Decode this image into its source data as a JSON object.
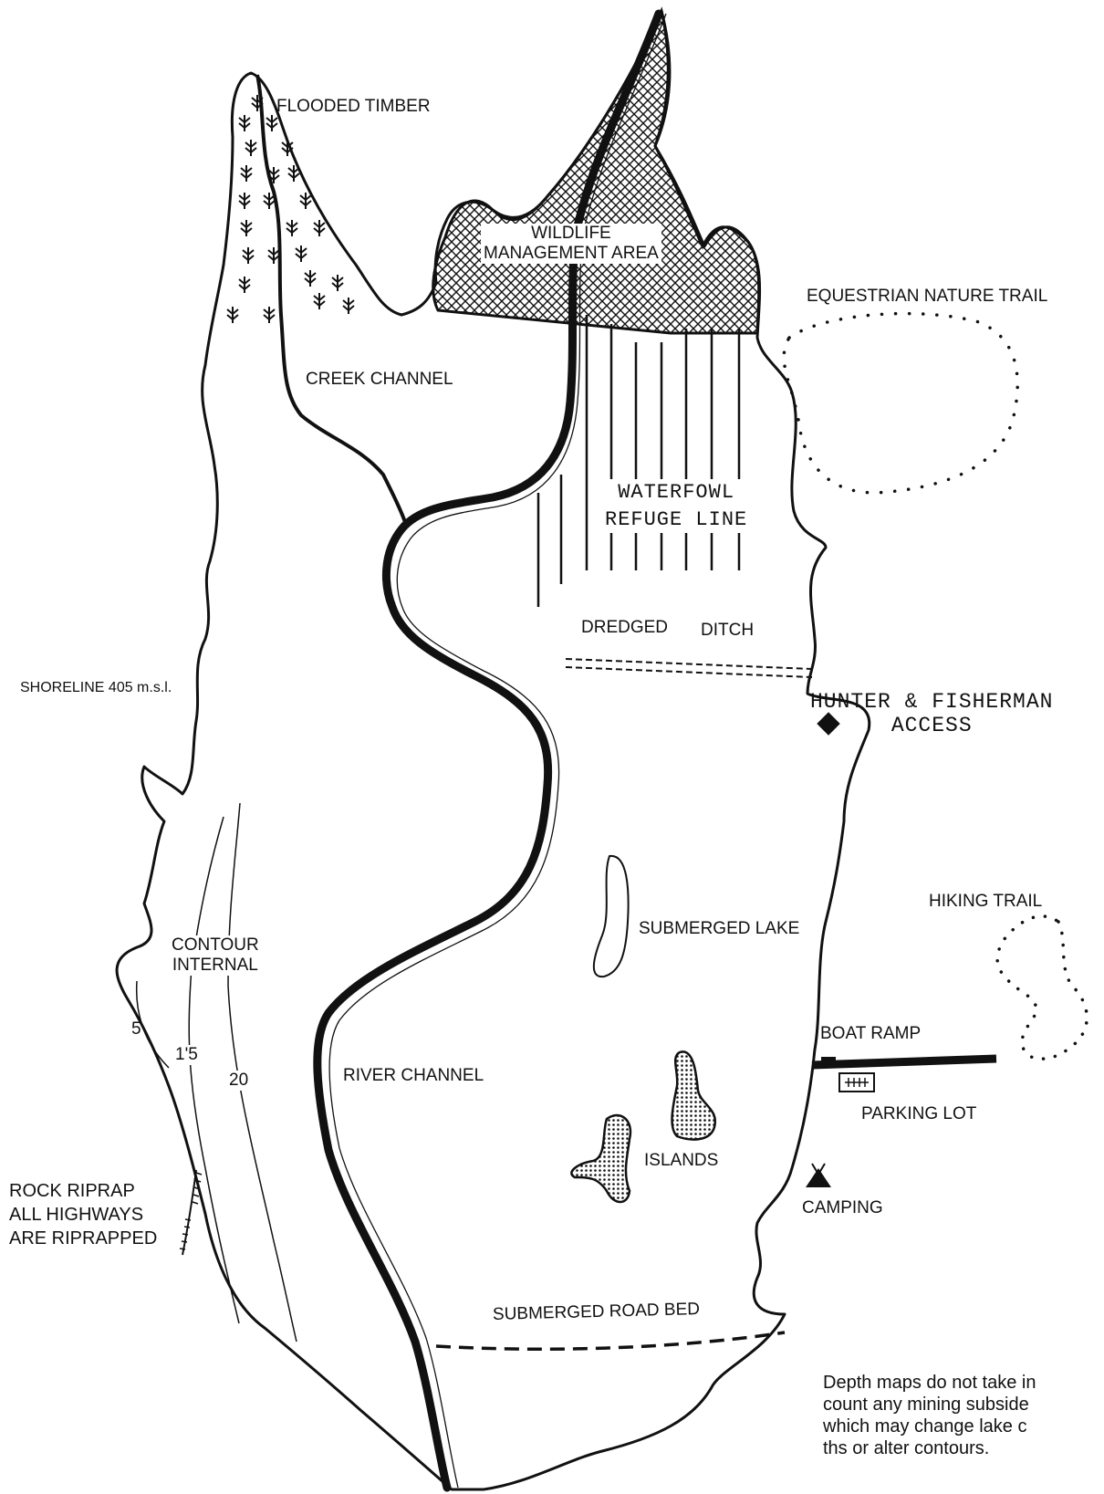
{
  "labels": {
    "flooded_timber": "FLOODED TIMBER",
    "wildlife_line1": "WILDLIFE",
    "wildlife_line2": "MANAGEMENT AREA",
    "equestrian_trail": "EQUESTRIAN NATURE TRAIL",
    "creek_channel": "CREEK CHANNEL",
    "waterfowl_line1": "WATERFOWL",
    "waterfowl_line2": "REFUGE LINE",
    "dredged": "DREDGED",
    "ditch": "DITCH",
    "shoreline": "SHORELINE 405 m.s.l.",
    "hunter_line1": "HUNTER & FISHERMAN",
    "hunter_line2": "ACCESS",
    "hiking_trail": "HIKING TRAIL",
    "submerged_lake": "SUBMERGED LAKE",
    "contour_line1": "CONTOUR",
    "contour_line2": "INTERNAL",
    "contour_5": "5",
    "contour_15": "1'5",
    "contour_20": "20",
    "boat_ramp": "BOAT RAMP",
    "river_channel": "RIVER CHANNEL",
    "parking_lot": "PARKING LOT",
    "islands": "ISLANDS",
    "riprap_line1": "ROCK RIPRAP",
    "riprap_line2": "ALL HIGHWAYS",
    "riprap_line3": "ARE RIPRAPPED",
    "camping": "CAMPING",
    "submerged_road_bed": "SUBMERGED ROAD BED"
  },
  "note": {
    "line1": "Depth maps do not take in",
    "line2": "count any mining subside",
    "line3": "which may change lake c",
    "line4": "ths or alter contours."
  },
  "colors": {
    "ink": "#111111",
    "paper": "#ffffff"
  },
  "icons": {
    "flooded_timber": "tree-symbol-icon",
    "hunter_access": "diamond-marker-icon",
    "camping": "tent-icon",
    "parking": "parking-lot-icon"
  }
}
